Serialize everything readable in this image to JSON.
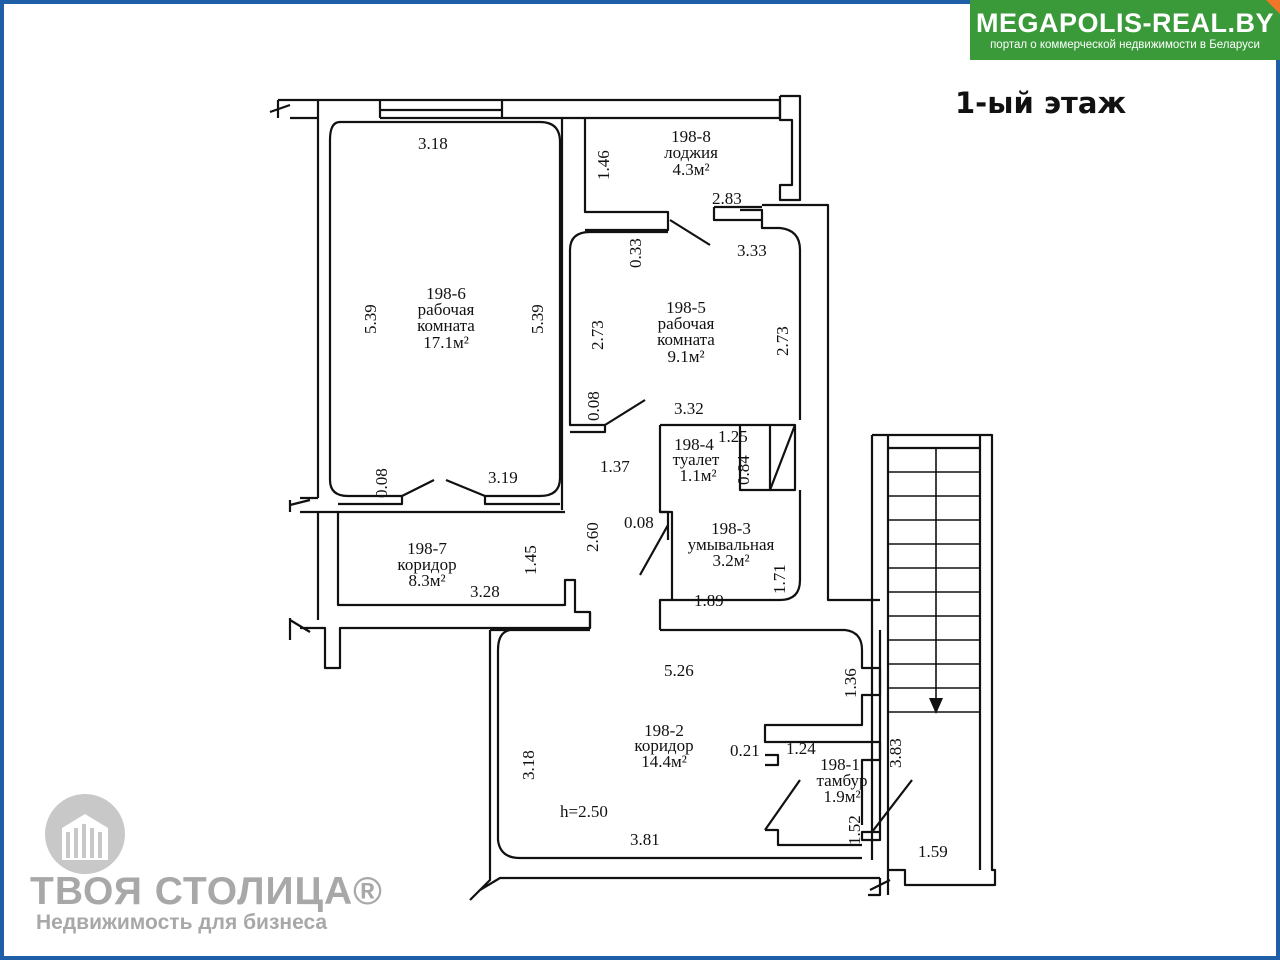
{
  "header": {
    "site": "MEGAPOLIS-REAL.BY",
    "tagline": "портал о коммерческой недвижимости в Беларуси",
    "floor": "1-ый этаж"
  },
  "brand": {
    "name": "ТВОЯ СТОЛИЦА®",
    "tagline": "Недвижимость для бизнеса"
  },
  "plan": {
    "height_note": "h=2.50",
    "rooms": [
      {
        "id": "198-8",
        "name": "лоджия",
        "area": "4.3м²"
      },
      {
        "id": "198-6",
        "name": "рабочая",
        "name2": "комната",
        "area": "17.1м²"
      },
      {
        "id": "198-5",
        "name": "рабочая",
        "name2": "комната",
        "area": "9.1м²"
      },
      {
        "id": "198-4",
        "name": "туалет",
        "area": "1.1м²"
      },
      {
        "id": "198-3",
        "name": "умывальная",
        "area": "3.2м²"
      },
      {
        "id": "198-7",
        "name": "коридор",
        "area": "8.3м²"
      },
      {
        "id": "198-2",
        "name": "коридор",
        "area": "14.4м²"
      },
      {
        "id": "198-1",
        "name": "тамбур",
        "area": "1.9м²"
      }
    ],
    "dimensions": [
      "3.18",
      "1.46",
      "2.83",
      "0.33",
      "3.33",
      "5.39",
      "5.39",
      "2.73",
      "2.73",
      "0.08",
      "3.32",
      "1.25",
      "0.84",
      "0.08",
      "3.19",
      "1.37",
      "0.08",
      "2.60",
      "1.45",
      "3.28",
      "1.71",
      "1.89",
      "5.26",
      "1.36",
      "0.21",
      "1.24",
      "3.18",
      "3.83",
      "1.52",
      "3.81",
      "1.59"
    ]
  }
}
